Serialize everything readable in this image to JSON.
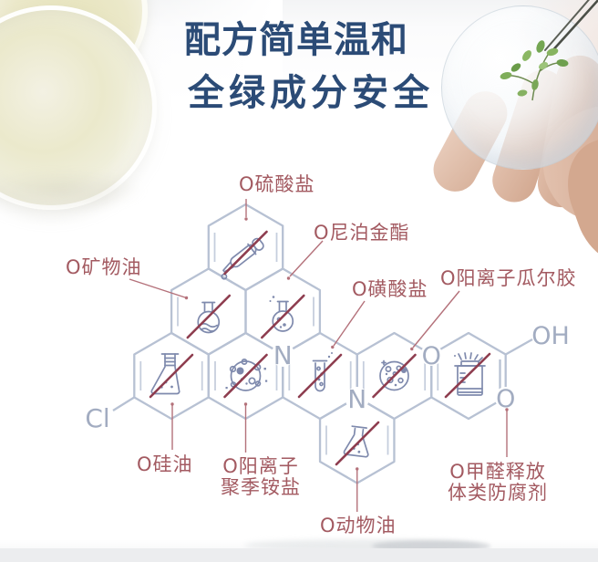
{
  "title": {
    "line1": "配方简单温和",
    "line2": "全绿成分安全"
  },
  "molecule": {
    "atoms": {
      "chlorine": "Cl",
      "nitrogen_left": "N",
      "nitrogen_right": "N",
      "oxygen_ring": "O",
      "oxygen_carbonyl": "O",
      "hydroxyl": "OH"
    },
    "labels": {
      "sulfate": "O硫酸盐",
      "paraben": "O尼泊金酯",
      "mineral_oil": "O矿物油",
      "sulfonate": "O磺酸盐",
      "cationic_guar_gum": "O阳离子瓜尔胶",
      "silicone_oil": "O硅油",
      "cationic_polyquaternium_line1": "O阳离子",
      "cationic_polyquaternium_line2": "聚季铵盐",
      "animal_oil": "O动物油",
      "formaldehyde_releaser_line1": "O甲醛释放",
      "formaldehyde_releaser_line2": "体类防腐剂"
    },
    "icons": {
      "sulfate": "dropper-icon",
      "mineral_oil": "round-flask-icon",
      "paraben": "boiling-flask-icon",
      "silicone_oil": "erlenmeyer-flask-icon",
      "cationic_polyquaternium": "microbe-cell-icon",
      "sulfonate": "test-tube-icon",
      "cationic_guar_gum": "petri-dish-icon",
      "formaldehyde_releaser": "preservative-jar-icon",
      "animal_oil": "tilted-flask-icon"
    }
  },
  "colors": {
    "title_text": "#2b4b76",
    "label_text": "#a35a61",
    "pointer_line": "#b4717a",
    "structure_line": "#b7c1d3",
    "atom_text": "#a2acc1",
    "icon_line": "#7f8aad",
    "cross_line": "#8e3d4f",
    "leaf_green": "#7aa757",
    "oil_yellow": "#ebe8ca",
    "skin_tone": "#d8b29c"
  }
}
